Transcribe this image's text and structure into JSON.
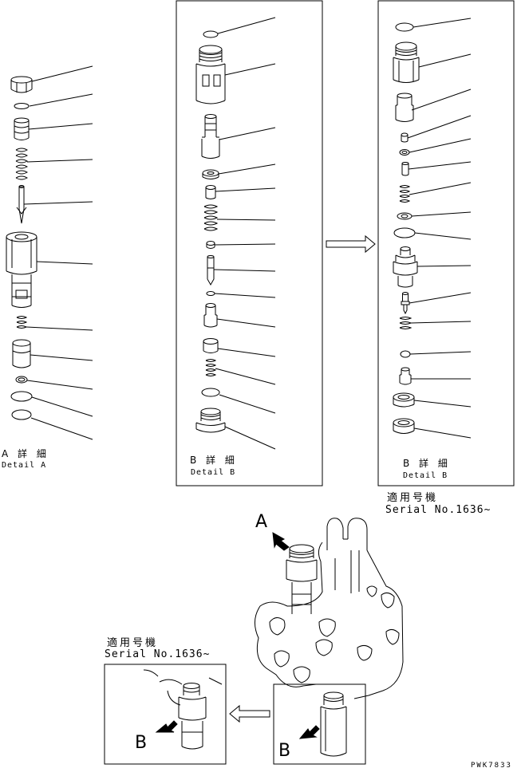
{
  "labels": {
    "detail_a_jp": "A 詳 細",
    "detail_a_en": "Detail A",
    "detail_b1_jp": "B 詳 細",
    "detail_b1_en": "Detail B",
    "detail_b2_jp": "B 詳 細",
    "detail_b2_en": "Detail B",
    "serial_jp_1": "適用号機",
    "serial_en_1": "Serial No.1636~",
    "serial_jp_2": "適用号機",
    "serial_en_2": "Serial No.1636~",
    "view_a": "A",
    "view_b_left": "B",
    "view_b_right": "B",
    "drawing_code": "PWK7833"
  }
}
